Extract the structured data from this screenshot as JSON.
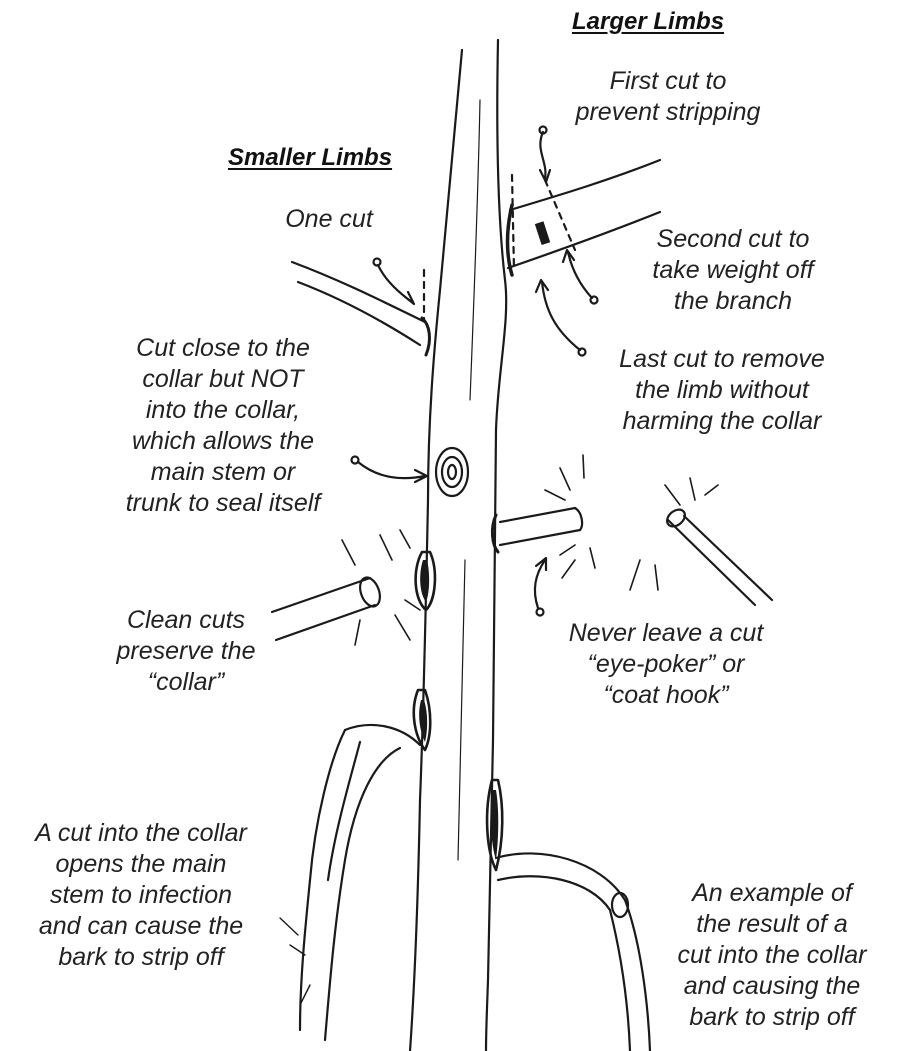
{
  "headings": {
    "larger_limbs": "Larger Limbs",
    "smaller_limbs": "Smaller Limbs"
  },
  "labels": {
    "first_cut": "First cut to\nprevent stripping",
    "one_cut": "One cut",
    "second_cut": "Second cut to\ntake weight off\nthe branch",
    "last_cut": "Last cut to remove\nthe limb without\nharming the collar",
    "cut_close": "Cut close to the\ncollar but NOT\ninto the collar,\nwhich allows the\nmain stem or\ntrunk to seal itself",
    "clean_cuts": "Clean cuts\npreserve the\n“collar”",
    "never_leave": "Never leave a cut\n“eye-poker” or\n“coat hook”",
    "cut_into_collar": "A cut into the collar\nopens the main\nstem to infection\nand can cause the\nbark to strip off",
    "example": "An example of\nthe result of a\ncut into the collar\nand causing the\nbark to strip off"
  },
  "colors": {
    "ink": "#1a1a1a",
    "text": "#222222",
    "background": "#ffffff"
  }
}
